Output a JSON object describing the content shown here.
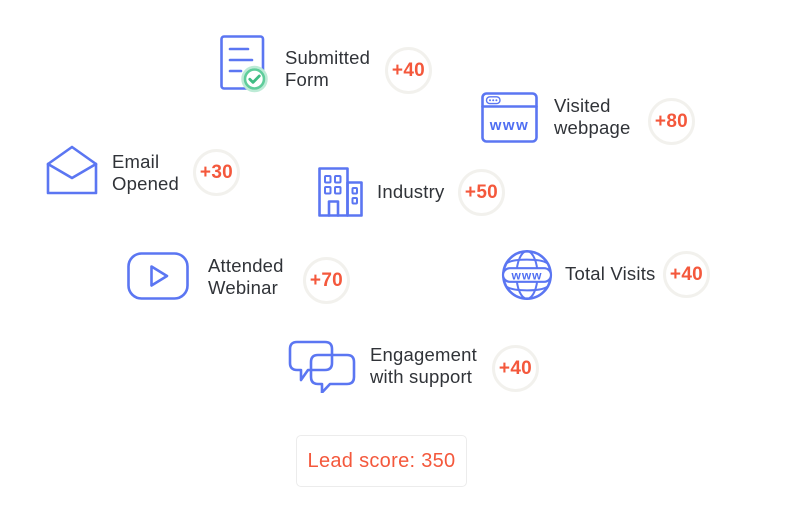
{
  "items": [
    {
      "id": "submitted-form",
      "label": "Submitted\nForm",
      "points": "+40"
    },
    {
      "id": "visited-webpage",
      "label": "Visited\nwebpage",
      "points": "+80"
    },
    {
      "id": "email-opened",
      "label": "Email\nOpened",
      "points": "+30"
    },
    {
      "id": "industry",
      "label": "Industry",
      "points": "+50"
    },
    {
      "id": "attended-webinar",
      "label": "Attended\nWebinar",
      "points": "+70"
    },
    {
      "id": "total-visits",
      "label": "Total Visits",
      "points": "+40"
    },
    {
      "id": "engagement-with-support",
      "label": "Engagement\nwith support",
      "points": "+40"
    }
  ],
  "icons": {
    "browser_www": "www",
    "globe_www": "www"
  },
  "lead_score": {
    "label": "Lead score: 350"
  },
  "colors": {
    "accent_blue": "#5b76f2",
    "accent_orange": "#f4583c",
    "accent_green": "#5fcd9b",
    "text": "#303338",
    "badge_ring": "#f2f1ed",
    "lead_box_border": "#ececec"
  }
}
